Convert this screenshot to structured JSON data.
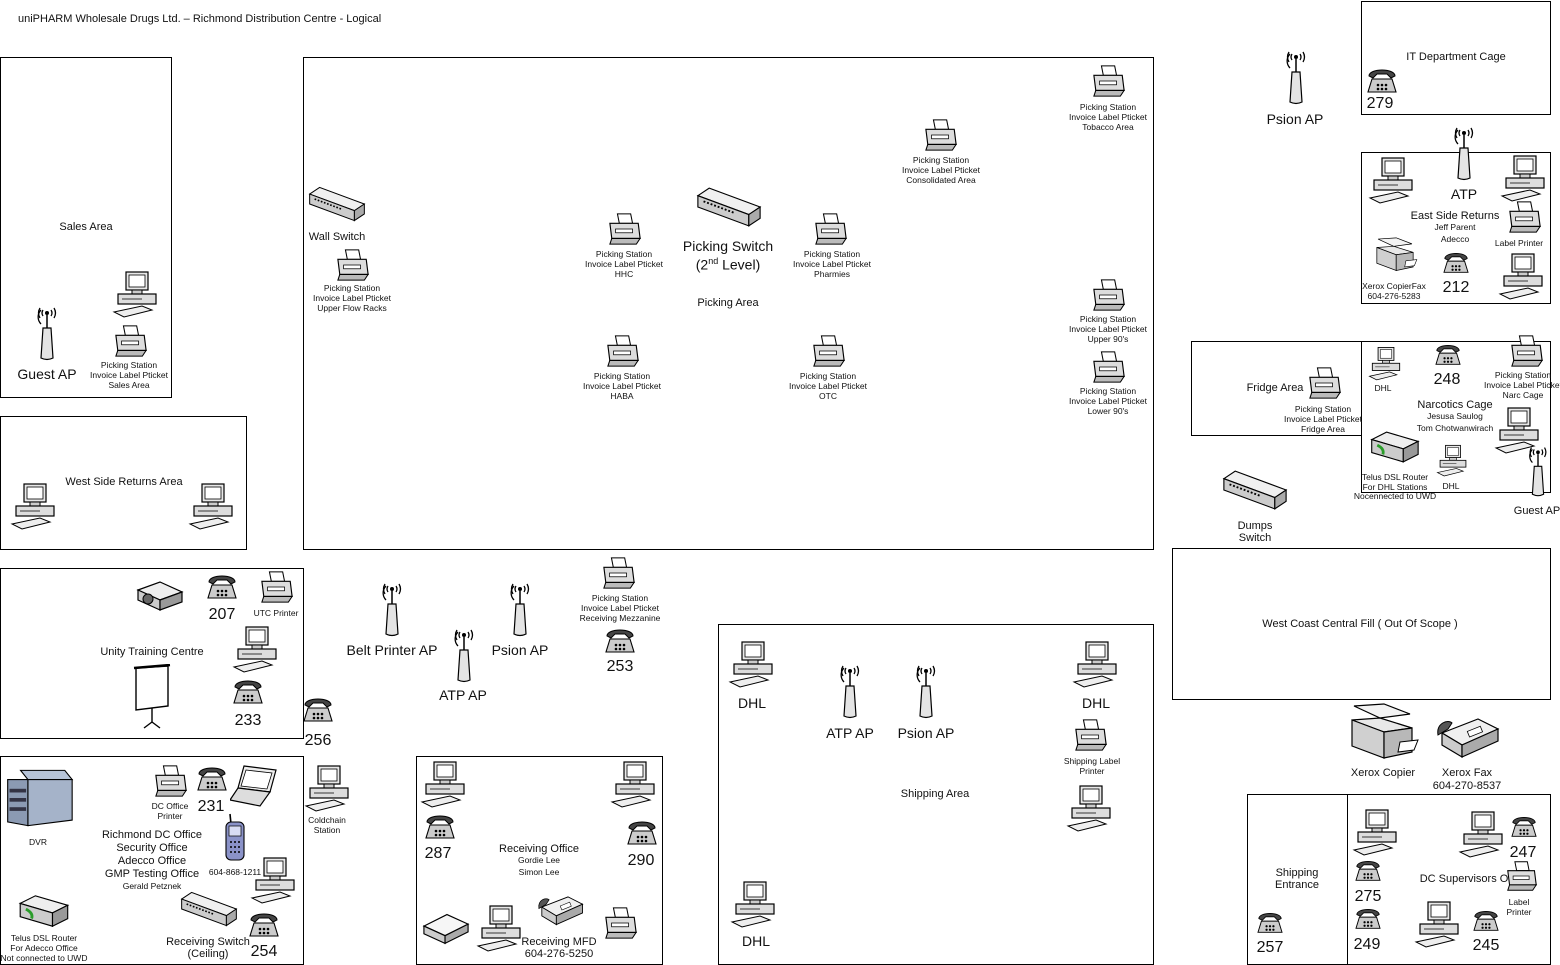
{
  "title": "uniPHARM Wholesale Drugs Ltd. – Richmond Distribution Centre - Logical",
  "areas": {
    "sales": "Sales Area",
    "west_returns": "West Side Returns Area",
    "unity": "Unity Training Centre",
    "picking": "Picking Area",
    "it_cage": "IT Department Cage",
    "east_returns": "East Side Returns",
    "east_returns_people": [
      "Jeff Parent",
      "Adecco"
    ],
    "fridge": "Fridge Area",
    "narcotics": "Narcotics Cage",
    "narcotics_people": [
      "Jesusa Saulog",
      "Tom Chotwanwirach"
    ],
    "west_coast": "West Coast Central Fill ( Out Of Scope )",
    "shipping": "Shipping Area",
    "receiving": "Receiving Office",
    "receiving_people": [
      "Gordie Lee",
      "Simon Lee"
    ],
    "shipping_entrance": [
      "Shipping",
      "Entrance"
    ],
    "dc_supervisors": "DC Supervisors Office",
    "richmond_office": [
      "Richmond DC Office",
      "Security Office",
      "Adecco Office",
      "GMP Testing Office"
    ],
    "richmond_person": "Gerald Petznek"
  },
  "labels": {
    "guest_ap": "Guest AP",
    "guest_ap_2": "Guest AP",
    "wall_switch": "Wall Switch",
    "picking_switch_1": "Picking Switch",
    "picking_switch_2": "Level)",
    "psion_ap_top": "Psion AP",
    "atp": "ATP",
    "label_printer": "Label Printer",
    "xerox_copierfax": [
      "Xerox CopierFax",
      "604-276-5283"
    ],
    "ext_212": "212",
    "ext_279": "279",
    "ext_248": "248",
    "dhl": "DHL",
    "telus_dhl": [
      "Telus DSL Router",
      "For DHL Stations",
      "Nocennected to UWD"
    ],
    "dumps_switch": [
      "Dumps",
      "Switch"
    ],
    "ext_207": "207",
    "utc_printer": "UTC Printer",
    "ext_233": "233",
    "ext_256": "256",
    "belt_printer_ap": "Belt Printer AP",
    "atp_ap": "ATP AP",
    "psion_ap": "Psion AP",
    "ext_253": "253",
    "coldchain": [
      "Coldchain",
      "Station"
    ],
    "dvr": "DVR",
    "dc_office_printer": [
      "DC Office",
      "Printer"
    ],
    "ext_231": "231",
    "cell": "604-868-1211",
    "receiving_switch": [
      "Receiving Switch",
      "(Ceiling)"
    ],
    "ext_254": "254",
    "telus_adecco": [
      "Telus DSL Router",
      "For Adecco Office",
      "Not connected to UWD"
    ],
    "ext_287": "287",
    "ext_290": "290",
    "receiving_mfd": [
      "Receiving MFD",
      "604-276-5250"
    ],
    "shipping_label_printer": [
      "Shipping Label",
      "Printer"
    ],
    "xerox_copier": "Xerox Copier",
    "xerox_fax": [
      "Xerox Fax",
      "604-270-8537"
    ],
    "ext_247": "247",
    "ext_275": "275",
    "ext_249": "249",
    "ext_245": "245",
    "ext_257": "257",
    "label_printer_2": [
      "Label",
      "Printer"
    ]
  },
  "picking_stations": [
    [
      "Picking Station",
      "Invoice Label Pticket",
      "Tobacco Area"
    ],
    [
      "Picking Station",
      "Invoice Label Pticket",
      "Consolidated Area"
    ],
    [
      "Picking Station",
      "Invoice Label Pticket",
      "HHC"
    ],
    [
      "Picking Station",
      "Invoice Label Pticket",
      "Pharmies"
    ],
    [
      "Picking Station",
      "Invoice Label Pticket",
      "Upper Flow Racks"
    ],
    [
      "Picking Station",
      "Invoice Label Pticket",
      "Upper 90's"
    ],
    [
      "Picking Station",
      "Invoice Label Pticket",
      "HABA"
    ],
    [
      "Picking Station",
      "Invoice Label Pticket",
      "OTC"
    ],
    [
      "Picking Station",
      "Invoice Label Pticket",
      "Lower 90's"
    ],
    [
      "Picking Station",
      "Invoice Label Pticket",
      "Sales Area"
    ],
    [
      "Picking Station",
      "Invoice Label Pticket",
      "Receiving Mezzanine"
    ],
    [
      "Picking Station",
      "Invoice Label Pticket",
      "Fridge Area"
    ],
    [
      "Picking Station",
      "Invoice Label Pticket",
      "Narc Cage"
    ]
  ]
}
